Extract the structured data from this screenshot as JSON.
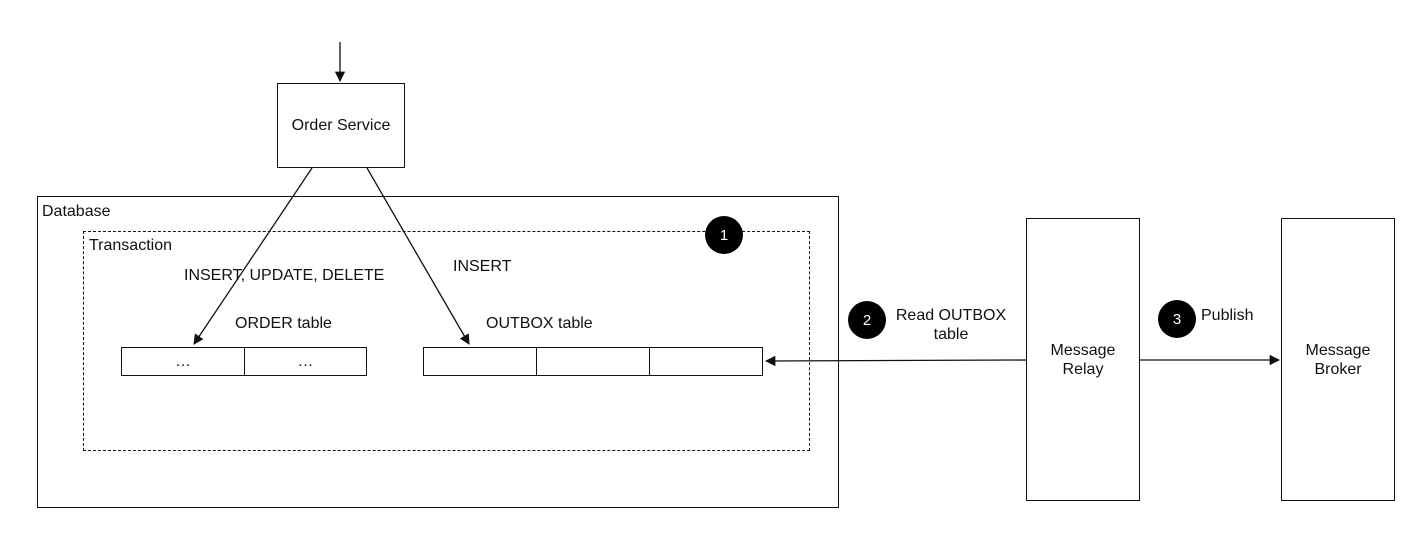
{
  "order_service": {
    "label": "Order Service"
  },
  "database": {
    "label": "Database"
  },
  "transaction": {
    "label": "Transaction",
    "step": "1"
  },
  "edges": {
    "insert_update_delete": "INSERT, UPDATE, DELETE",
    "insert": "INSERT"
  },
  "order_table": {
    "label": "ORDER table",
    "cells": [
      "…",
      "…"
    ]
  },
  "outbox_table": {
    "label": "OUTBOX table",
    "cells": [
      "",
      "",
      ""
    ]
  },
  "read_step": {
    "step": "2",
    "label_line1": "Read OUTBOX",
    "label_line2": "table"
  },
  "message_relay": {
    "line1": "Message",
    "line2": "Relay"
  },
  "publish_step": {
    "step": "3",
    "label": "Publish"
  },
  "message_broker": {
    "line1": "Message",
    "line2": "Broker"
  }
}
